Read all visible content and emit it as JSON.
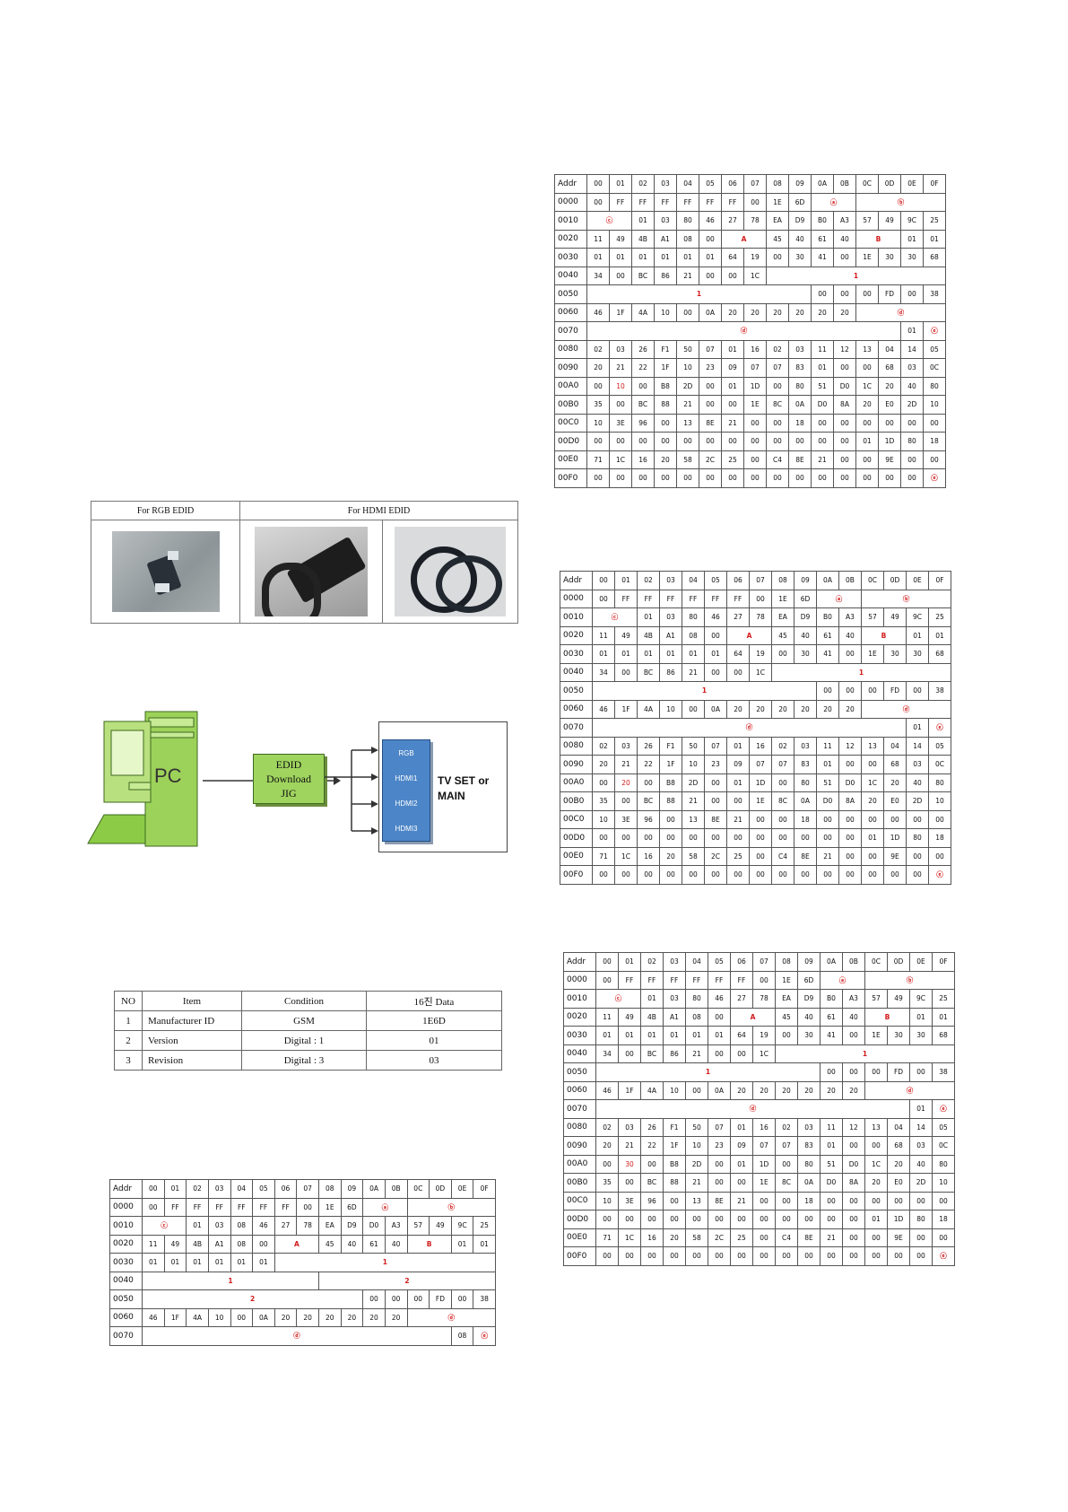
{
  "hex_header": [
    "Addr",
    "00",
    "01",
    "02",
    "03",
    "04",
    "05",
    "06",
    "07",
    "08",
    "09",
    "0A",
    "0B",
    "0C",
    "0D",
    "0E",
    "0F"
  ],
  "photo_table": {
    "rgb_header": "For RGB EDID",
    "hdmi_header": "For HDMI EDID"
  },
  "diagram": {
    "pc_label": "PC",
    "jig_label": "EDID Download JIG",
    "ports": [
      "RGB",
      "HDMI1",
      "HDMI2",
      "HDMI3"
    ],
    "tv_label": "TV SET or MAIN"
  },
  "spec_table": {
    "header": [
      "NO",
      "Item",
      "Condition",
      "16진 Data"
    ],
    "rows": [
      [
        "1",
        "Manufacturer ID",
        "GSM",
        "1E6D"
      ],
      [
        "2",
        "Version",
        "Digital : 1",
        "01"
      ],
      [
        "3",
        "Revision",
        "Digital : 3",
        "03"
      ]
    ]
  },
  "hex_tables": {
    "t1": {
      "rows": [
        [
          "0000",
          "00",
          "FF",
          "FF",
          "FF",
          "FF",
          "FF",
          "FF",
          "00",
          "1E",
          "6D",
          {
            "t": "ⓐ",
            "s": 2,
            "c": "red"
          },
          {
            "t": "ⓑ",
            "s": 4,
            "c": "red"
          }
        ],
        [
          "0010",
          {
            "t": "ⓒ",
            "s": 2,
            "c": "red"
          },
          "01",
          "03",
          "80",
          "46",
          "27",
          "78",
          "EA",
          "D9",
          "B0",
          "A3",
          "57",
          "49",
          "9C",
          "25"
        ],
        [
          "0020",
          "11",
          "49",
          "4B",
          "A1",
          "08",
          "00",
          {
            "t": "A",
            "s": 2,
            "c": "red"
          },
          "45",
          "40",
          "61",
          "40",
          {
            "t": "B",
            "s": 2,
            "c": "red"
          },
          "01",
          "01"
        ],
        [
          "0030",
          "01",
          "01",
          "01",
          "01",
          "01",
          "01",
          "64",
          "19",
          "00",
          "30",
          "41",
          "00",
          "1E",
          "30",
          "30",
          "68"
        ],
        [
          "0040",
          "34",
          "00",
          "BC",
          "86",
          "21",
          "00",
          "00",
          "1C",
          {
            "t": "1",
            "s": 8,
            "c": "red"
          }
        ],
        [
          "0050",
          {
            "t": "1",
            "s": 10,
            "c": "red"
          },
          "00",
          "00",
          "00",
          "FD",
          "00",
          "38"
        ],
        [
          "0060",
          "46",
          "1F",
          "4A",
          "10",
          "00",
          "0A",
          "20",
          "20",
          "20",
          "20",
          "20",
          "20",
          {
            "t": "ⓓ",
            "s": 4,
            "c": "red"
          }
        ],
        [
          "0070",
          {
            "t": "ⓓ",
            "s": 14,
            "c": "red"
          },
          "01",
          {
            "t": "ⓔ",
            "c": "red"
          }
        ],
        [
          "0080",
          "02",
          "03",
          "26",
          "F1",
          "50",
          "07",
          "01",
          "16",
          "02",
          "03",
          "11",
          "12",
          "13",
          "04",
          "14",
          "05"
        ],
        [
          "0090",
          "20",
          "21",
          "22",
          "1F",
          "10",
          "23",
          "09",
          "07",
          "07",
          "83",
          "01",
          "00",
          "00",
          "68",
          "03",
          "0C"
        ],
        [
          "00A0",
          "00",
          {
            "t": "10",
            "c": "redn"
          },
          "00",
          "B8",
          "2D",
          "00",
          "01",
          "1D",
          "00",
          "80",
          "51",
          "D0",
          "1C",
          "20",
          "40",
          "80"
        ],
        [
          "00B0",
          "35",
          "00",
          "BC",
          "88",
          "21",
          "00",
          "00",
          "1E",
          "8C",
          "0A",
          "D0",
          "8A",
          "20",
          "E0",
          "2D",
          "10"
        ],
        [
          "00C0",
          "10",
          "3E",
          "96",
          "00",
          "13",
          "8E",
          "21",
          "00",
          "00",
          "18",
          "00",
          "00",
          "00",
          "00",
          "00",
          "00"
        ],
        [
          "00D0",
          "00",
          "00",
          "00",
          "00",
          "00",
          "00",
          "00",
          "00",
          "00",
          "00",
          "00",
          "00",
          "01",
          "1D",
          "80",
          "18"
        ],
        [
          "00E0",
          "71",
          "1C",
          "16",
          "20",
          "58",
          "2C",
          "25",
          "00",
          "C4",
          "8E",
          "21",
          "00",
          "00",
          "9E",
          "00",
          "00"
        ],
        [
          "00F0",
          "00",
          "00",
          "00",
          "00",
          "00",
          "00",
          "00",
          "00",
          "00",
          "00",
          "00",
          "00",
          "00",
          "00",
          "00",
          {
            "t": "ⓔ",
            "c": "red"
          }
        ]
      ]
    },
    "t2": {
      "rows": [
        [
          "0000",
          "00",
          "FF",
          "FF",
          "FF",
          "FF",
          "FF",
          "FF",
          "00",
          "1E",
          "6D",
          {
            "t": "ⓐ",
            "s": 2,
            "c": "red"
          },
          {
            "t": "ⓑ",
            "s": 4,
            "c": "red"
          }
        ],
        [
          "0010",
          {
            "t": "ⓒ",
            "s": 2,
            "c": "red"
          },
          "01",
          "03",
          "80",
          "46",
          "27",
          "78",
          "EA",
          "D9",
          "B0",
          "A3",
          "57",
          "49",
          "9C",
          "25"
        ],
        [
          "0020",
          "11",
          "49",
          "4B",
          "A1",
          "08",
          "00",
          {
            "t": "A",
            "s": 2,
            "c": "red"
          },
          "45",
          "40",
          "61",
          "40",
          {
            "t": "B",
            "s": 2,
            "c": "red"
          },
          "01",
          "01"
        ],
        [
          "0030",
          "01",
          "01",
          "01",
          "01",
          "01",
          "01",
          "64",
          "19",
          "00",
          "30",
          "41",
          "00",
          "1E",
          "30",
          "30",
          "68"
        ],
        [
          "0040",
          "34",
          "00",
          "BC",
          "86",
          "21",
          "00",
          "00",
          "1C",
          {
            "t": "1",
            "s": 8,
            "c": "red"
          }
        ],
        [
          "0050",
          {
            "t": "1",
            "s": 10,
            "c": "red"
          },
          "00",
          "00",
          "00",
          "FD",
          "00",
          "38"
        ],
        [
          "0060",
          "46",
          "1F",
          "4A",
          "10",
          "00",
          "0A",
          "20",
          "20",
          "20",
          "20",
          "20",
          "20",
          {
            "t": "ⓓ",
            "s": 4,
            "c": "red"
          }
        ],
        [
          "0070",
          {
            "t": "ⓓ",
            "s": 14,
            "c": "red"
          },
          "01",
          {
            "t": "ⓔ",
            "c": "red"
          }
        ],
        [
          "0080",
          "02",
          "03",
          "26",
          "F1",
          "50",
          "07",
          "01",
          "16",
          "02",
          "03",
          "11",
          "12",
          "13",
          "04",
          "14",
          "05"
        ],
        [
          "0090",
          "20",
          "21",
          "22",
          "1F",
          "10",
          "23",
          "09",
          "07",
          "07",
          "83",
          "01",
          "00",
          "00",
          "68",
          "03",
          "0C"
        ],
        [
          "00A0",
          "00",
          {
            "t": "20",
            "c": "redn"
          },
          "00",
          "B8",
          "2D",
          "00",
          "01",
          "1D",
          "00",
          "80",
          "51",
          "D0",
          "1C",
          "20",
          "40",
          "80"
        ],
        [
          "00B0",
          "35",
          "00",
          "BC",
          "88",
          "21",
          "00",
          "00",
          "1E",
          "8C",
          "0A",
          "D0",
          "8A",
          "20",
          "E0",
          "2D",
          "10"
        ],
        [
          "00C0",
          "10",
          "3E",
          "96",
          "00",
          "13",
          "8E",
          "21",
          "00",
          "00",
          "18",
          "00",
          "00",
          "00",
          "00",
          "00",
          "00"
        ],
        [
          "00D0",
          "00",
          "00",
          "00",
          "00",
          "00",
          "00",
          "00",
          "00",
          "00",
          "00",
          "00",
          "00",
          "01",
          "1D",
          "80",
          "18"
        ],
        [
          "00E0",
          "71",
          "1C",
          "16",
          "20",
          "58",
          "2C",
          "25",
          "00",
          "C4",
          "8E",
          "21",
          "00",
          "00",
          "9E",
          "00",
          "00"
        ],
        [
          "00F0",
          "00",
          "00",
          "00",
          "00",
          "00",
          "00",
          "00",
          "00",
          "00",
          "00",
          "00",
          "00",
          "00",
          "00",
          "00",
          {
            "t": "ⓔ",
            "c": "red"
          }
        ]
      ]
    },
    "t3": {
      "rows": [
        [
          "0000",
          "00",
          "FF",
          "FF",
          "FF",
          "FF",
          "FF",
          "FF",
          "00",
          "1E",
          "6D",
          {
            "t": "ⓐ",
            "s": 2,
            "c": "red"
          },
          {
            "t": "ⓑ",
            "s": 4,
            "c": "red"
          }
        ],
        [
          "0010",
          {
            "t": "ⓒ",
            "s": 2,
            "c": "red"
          },
          "01",
          "03",
          "80",
          "46",
          "27",
          "78",
          "EA",
          "D9",
          "B0",
          "A3",
          "57",
          "49",
          "9C",
          "25"
        ],
        [
          "0020",
          "11",
          "49",
          "4B",
          "A1",
          "08",
          "00",
          {
            "t": "A",
            "s": 2,
            "c": "red"
          },
          "45",
          "40",
          "61",
          "40",
          {
            "t": "B",
            "s": 2,
            "c": "red"
          },
          "01",
          "01"
        ],
        [
          "0030",
          "01",
          "01",
          "01",
          "01",
          "01",
          "01",
          "64",
          "19",
          "00",
          "30",
          "41",
          "00",
          "1E",
          "30",
          "30",
          "68"
        ],
        [
          "0040",
          "34",
          "00",
          "BC",
          "86",
          "21",
          "00",
          "00",
          "1C",
          {
            "t": "1",
            "s": 8,
            "c": "red"
          }
        ],
        [
          "0050",
          {
            "t": "1",
            "s": 10,
            "c": "red"
          },
          "00",
          "00",
          "00",
          "FD",
          "00",
          "38"
        ],
        [
          "0060",
          "46",
          "1F",
          "4A",
          "10",
          "00",
          "0A",
          "20",
          "20",
          "20",
          "20",
          "20",
          "20",
          {
            "t": "ⓓ",
            "s": 4,
            "c": "red"
          }
        ],
        [
          "0070",
          {
            "t": "ⓓ",
            "s": 14,
            "c": "red"
          },
          "01",
          {
            "t": "ⓔ",
            "c": "red"
          }
        ],
        [
          "0080",
          "02",
          "03",
          "26",
          "F1",
          "50",
          "07",
          "01",
          "16",
          "02",
          "03",
          "11",
          "12",
          "13",
          "04",
          "14",
          "05"
        ],
        [
          "0090",
          "20",
          "21",
          "22",
          "1F",
          "10",
          "23",
          "09",
          "07",
          "07",
          "83",
          "01",
          "00",
          "00",
          "68",
          "03",
          "0C"
        ],
        [
          "00A0",
          "00",
          {
            "t": "30",
            "c": "redn"
          },
          "00",
          "B8",
          "2D",
          "00",
          "01",
          "1D",
          "00",
          "80",
          "51",
          "D0",
          "1C",
          "20",
          "40",
          "80"
        ],
        [
          "00B0",
          "35",
          "00",
          "BC",
          "88",
          "21",
          "00",
          "00",
          "1E",
          "8C",
          "0A",
          "D0",
          "8A",
          "20",
          "E0",
          "2D",
          "10"
        ],
        [
          "00C0",
          "10",
          "3E",
          "96",
          "00",
          "13",
          "8E",
          "21",
          "00",
          "00",
          "18",
          "00",
          "00",
          "00",
          "00",
          "00",
          "00"
        ],
        [
          "00D0",
          "00",
          "00",
          "00",
          "00",
          "00",
          "00",
          "00",
          "00",
          "00",
          "00",
          "00",
          "00",
          "01",
          "1D",
          "80",
          "18"
        ],
        [
          "00E0",
          "71",
          "1C",
          "16",
          "20",
          "58",
          "2C",
          "25",
          "00",
          "C4",
          "8E",
          "21",
          "00",
          "00",
          "9E",
          "00",
          "00"
        ],
        [
          "00F0",
          "00",
          "00",
          "00",
          "00",
          "00",
          "00",
          "00",
          "00",
          "00",
          "00",
          "00",
          "00",
          "00",
          "00",
          "00",
          {
            "t": "ⓔ",
            "c": "red"
          }
        ]
      ]
    },
    "t4": {
      "rows": [
        [
          "0000",
          "00",
          "FF",
          "FF",
          "FF",
          "FF",
          "FF",
          "FF",
          "00",
          "1E",
          "6D",
          {
            "t": "ⓐ",
            "s": 2,
            "c": "red"
          },
          {
            "t": "ⓑ",
            "s": 4,
            "c": "red"
          }
        ],
        [
          "0010",
          {
            "t": "ⓒ",
            "s": 2,
            "c": "red"
          },
          "01",
          "03",
          "08",
          "46",
          "27",
          "78",
          "EA",
          "D9",
          "D0",
          "A3",
          "57",
          "49",
          "9C",
          "25"
        ],
        [
          "0020",
          "11",
          "49",
          "4B",
          "A1",
          "08",
          "00",
          {
            "t": "A",
            "s": 2,
            "c": "red"
          },
          "45",
          "40",
          "61",
          "40",
          {
            "t": "B",
            "s": 2,
            "c": "red"
          },
          "01",
          "01"
        ],
        [
          "0030",
          "01",
          "01",
          "01",
          "01",
          "01",
          "01",
          {
            "t": "1",
            "s": 10,
            "c": "red"
          }
        ],
        [
          "0040",
          {
            "t": "1",
            "s": 8,
            "c": "red"
          },
          {
            "t": "2",
            "s": 8,
            "c": "red"
          }
        ],
        [
          "0050",
          {
            "t": "2",
            "s": 10,
            "c": "red"
          },
          "00",
          "00",
          "00",
          "FD",
          "00",
          "38"
        ],
        [
          "0060",
          "46",
          "1F",
          "4A",
          "10",
          "00",
          "0A",
          "20",
          "20",
          "20",
          "20",
          "20",
          "20",
          {
            "t": "ⓓ",
            "s": 4,
            "c": "red"
          }
        ],
        [
          "0070",
          {
            "t": "ⓓ",
            "s": 14,
            "c": "red"
          },
          "08",
          {
            "t": "ⓔ",
            "c": "red"
          }
        ]
      ]
    }
  }
}
